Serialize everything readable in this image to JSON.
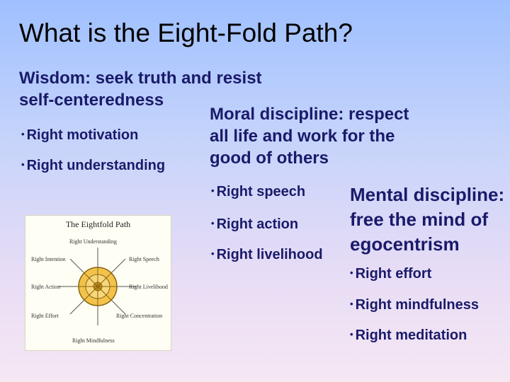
{
  "title": "What is the Eight-Fold Path?",
  "wisdom": {
    "heading_line1": "Wisdom: seek truth and resist",
    "heading_line2": "self-centeredness",
    "items": [
      "Right motivation",
      "Right understanding"
    ]
  },
  "moral": {
    "heading_line1": "Moral discipline: respect",
    "heading_line2": "all life and work for the",
    "heading_line3": "good of others",
    "items": [
      "Right speech",
      "Right action",
      "Right livelihood"
    ]
  },
  "mental": {
    "heading_line1": "Mental discipline:",
    "heading_line2": "free the mind of",
    "heading_line3": "egocentrism",
    "items": [
      "Right effort",
      "Right mindfulness",
      "Right meditation"
    ]
  },
  "figure": {
    "title": "The Eightfold Path",
    "labels": {
      "top": "Right Understanding",
      "upper_left": "Right Intention",
      "upper_right": "Right Speech",
      "left": "Right Action",
      "right": "Right Livelihood",
      "lower_left": "Right Effort",
      "lower_right": "Right Concentration",
      "bottom": "Right Mindfulness"
    }
  },
  "bullet_glyph": "•"
}
